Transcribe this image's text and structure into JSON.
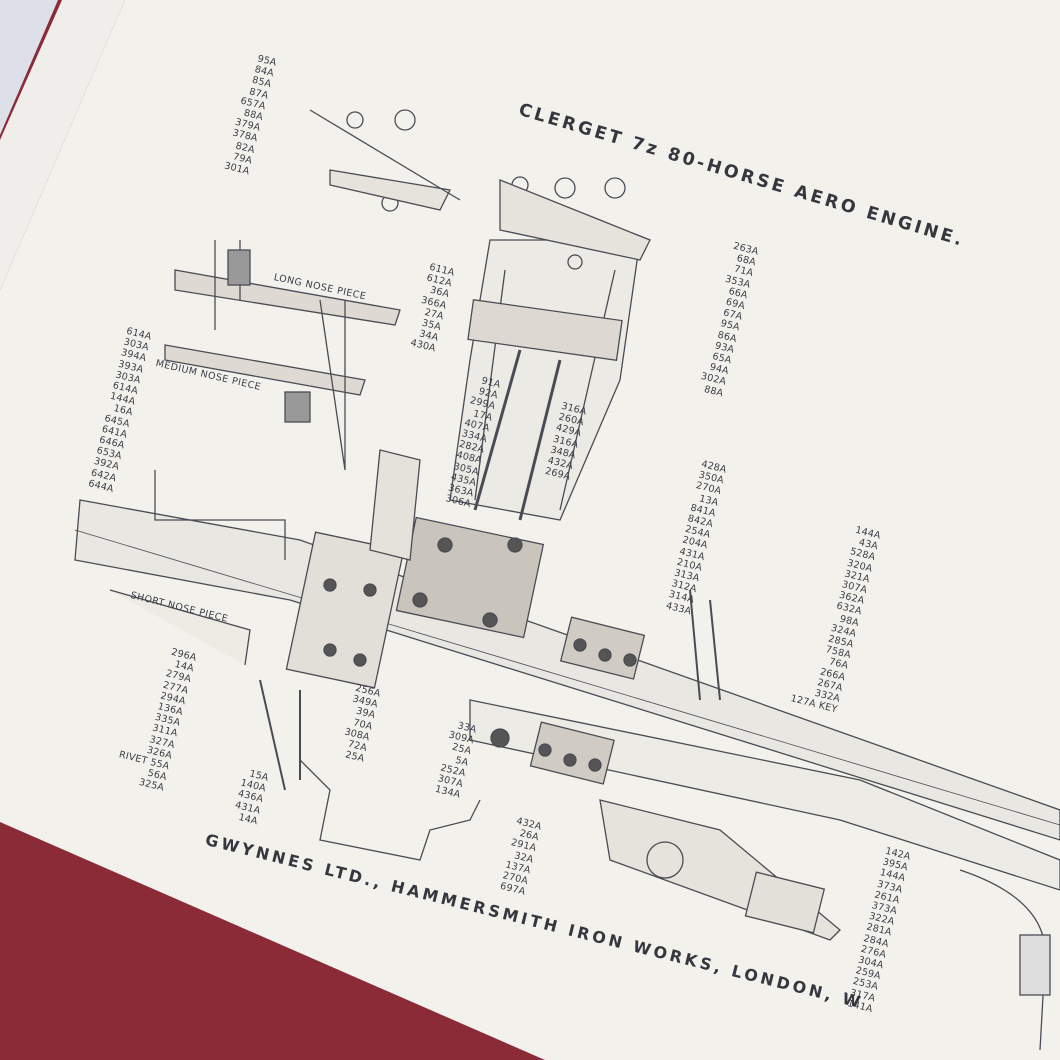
{
  "title": "CLERGET 7z 80-HORSE AERO ENGINE.",
  "footer": "GWYNNES LTD., HAMMERSMITH IRON WORKS, LONDON, W",
  "notes": {
    "long_nose": "LONG NOSE PIECE",
    "medium_nose": "MEDIUM NOSE PIECE",
    "short_nose": "SHORT NOSE PIECE"
  },
  "label_groups": [
    {
      "name": "valve-gear-top",
      "labels": [
        "95A",
        "84A",
        "85A",
        "87A",
        "657A",
        "88A",
        "379A",
        "378A",
        "82A",
        "79A",
        "301A"
      ]
    },
    {
      "name": "cylinder-left",
      "labels": [
        "611A",
        "612A",
        "36A",
        "366A",
        "27A",
        "35A",
        "34A",
        "430A"
      ]
    },
    {
      "name": "cylinder-right",
      "labels": [
        "263A",
        "68A",
        "71A",
        "353A",
        "66A",
        "69A",
        "67A",
        "95A",
        "86A",
        "93A",
        "65A",
        "94A",
        "302A",
        "88A"
      ]
    },
    {
      "name": "nose-pieces",
      "labels": [
        "614A",
        "303A",
        "394A",
        "393A",
        "303A",
        "614A",
        "144A",
        "16A",
        "645A",
        "641A",
        "646A",
        "653A",
        "392A",
        "642A",
        "644A"
      ]
    },
    {
      "name": "connecting-rod-left",
      "labels": [
        "91A",
        "92A",
        "299A",
        "17A",
        "407A",
        "334A",
        "282A",
        "408A",
        "305A",
        "435A",
        "363A",
        "306A"
      ]
    },
    {
      "name": "connecting-rod-right",
      "labels": [
        "316A",
        "260A",
        "429A",
        "316A",
        "348A",
        "432A",
        "269A"
      ]
    },
    {
      "name": "crankcase-right",
      "labels": [
        "428A",
        "350A",
        "270A",
        "13A",
        "841A",
        "842A",
        "254A",
        "204A",
        "431A",
        "210A",
        "313A",
        "312A",
        "314A",
        "433A"
      ]
    },
    {
      "name": "shaft-right",
      "labels": [
        "144A",
        "43A",
        "528A",
        "320A",
        "321A",
        "307A",
        "362A",
        "632A",
        "98A",
        "324A",
        "285A",
        "758A",
        "76A",
        "266A",
        "267A",
        "332A",
        "127A KEY"
      ]
    },
    {
      "name": "front-bearing",
      "labels": [
        "296A",
        "14A",
        "279A",
        "277A",
        "294A",
        "136A",
        "335A",
        "311A",
        "327A",
        "326A",
        "RIVET 55A",
        "56A",
        "325A"
      ]
    },
    {
      "name": "crank-center",
      "labels": [
        "256A",
        "349A",
        "39A",
        "70A",
        "308A",
        "72A",
        "25A"
      ]
    },
    {
      "name": "crank-lower",
      "labels": [
        "33A",
        "309A",
        "25A",
        "5A",
        "252A",
        "307A",
        "134A"
      ]
    },
    {
      "name": "front-lower",
      "labels": [
        "15A",
        "140A",
        "436A",
        "431A",
        "14A"
      ]
    },
    {
      "name": "rear-lower",
      "labels": [
        "432A",
        "26A",
        "291A",
        "32A",
        "137A",
        "270A",
        "697A"
      ]
    },
    {
      "name": "rear-end",
      "labels": [
        "142A",
        "395A",
        "144A",
        "373A",
        "261A",
        "373A",
        "322A",
        "281A",
        "284A",
        "276A",
        "304A",
        "259A",
        "253A",
        "317A",
        "141A"
      ]
    }
  ],
  "colors": {
    "background": "#dde0e8",
    "page": "#f3f1ec",
    "cover": "#8b2b38",
    "ink": "#3a3d48"
  }
}
